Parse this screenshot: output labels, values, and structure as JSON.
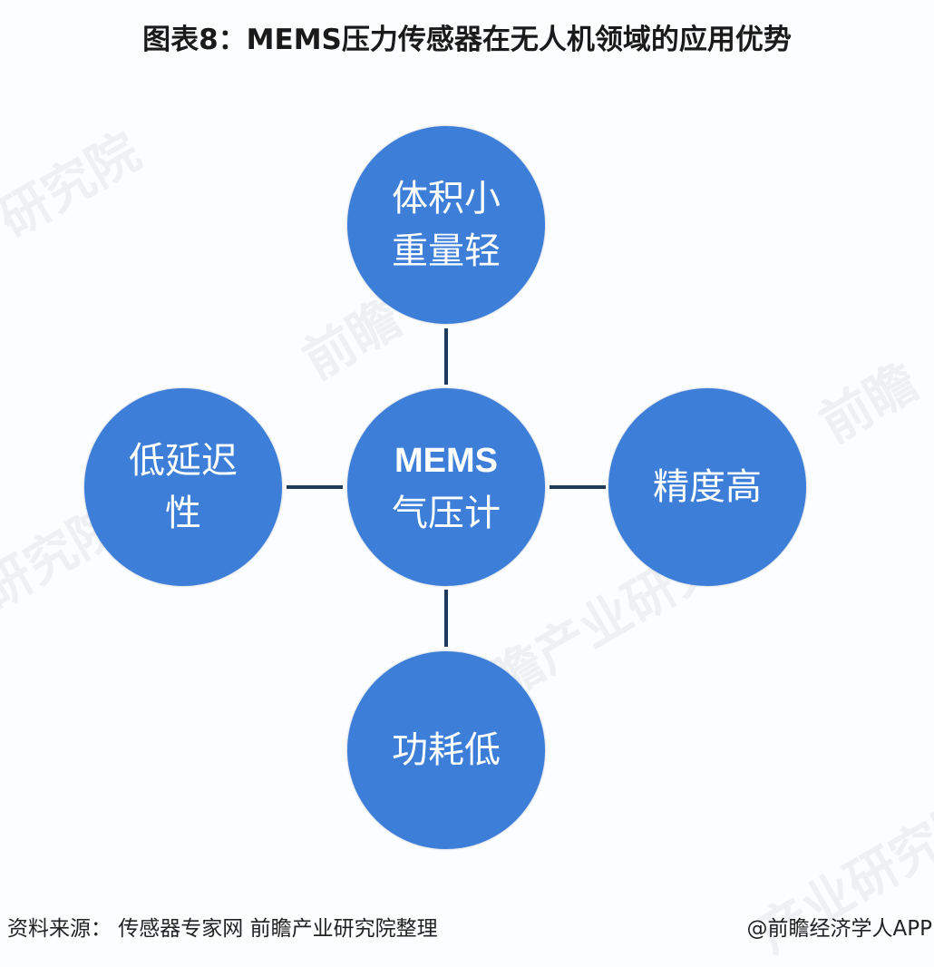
{
  "title": "图表8：MEMS压力传感器在无人机领域的应用优势",
  "diagram": {
    "center": {
      "lines": [
        "MEMS",
        "气压计"
      ]
    },
    "nodes": {
      "top": {
        "lines": [
          "体积小",
          "重量轻"
        ]
      },
      "left": {
        "lines": [
          "低延迟",
          "性"
        ]
      },
      "right": {
        "lines": [
          "精度高"
        ]
      },
      "bottom": {
        "lines": [
          "功耗低"
        ]
      }
    },
    "colors": {
      "node_fill": "#3d7ed9",
      "connector": "#1f3a5a",
      "text": "#ffffff"
    }
  },
  "watermarks": [
    "前瞻产业研究院",
    "研究院",
    "前瞻",
    "产业研究院"
  ],
  "footer": {
    "source": "资料来源： 传感器专家网 前瞻产业研究院整理",
    "credit": "@前瞻经济学人APP"
  }
}
